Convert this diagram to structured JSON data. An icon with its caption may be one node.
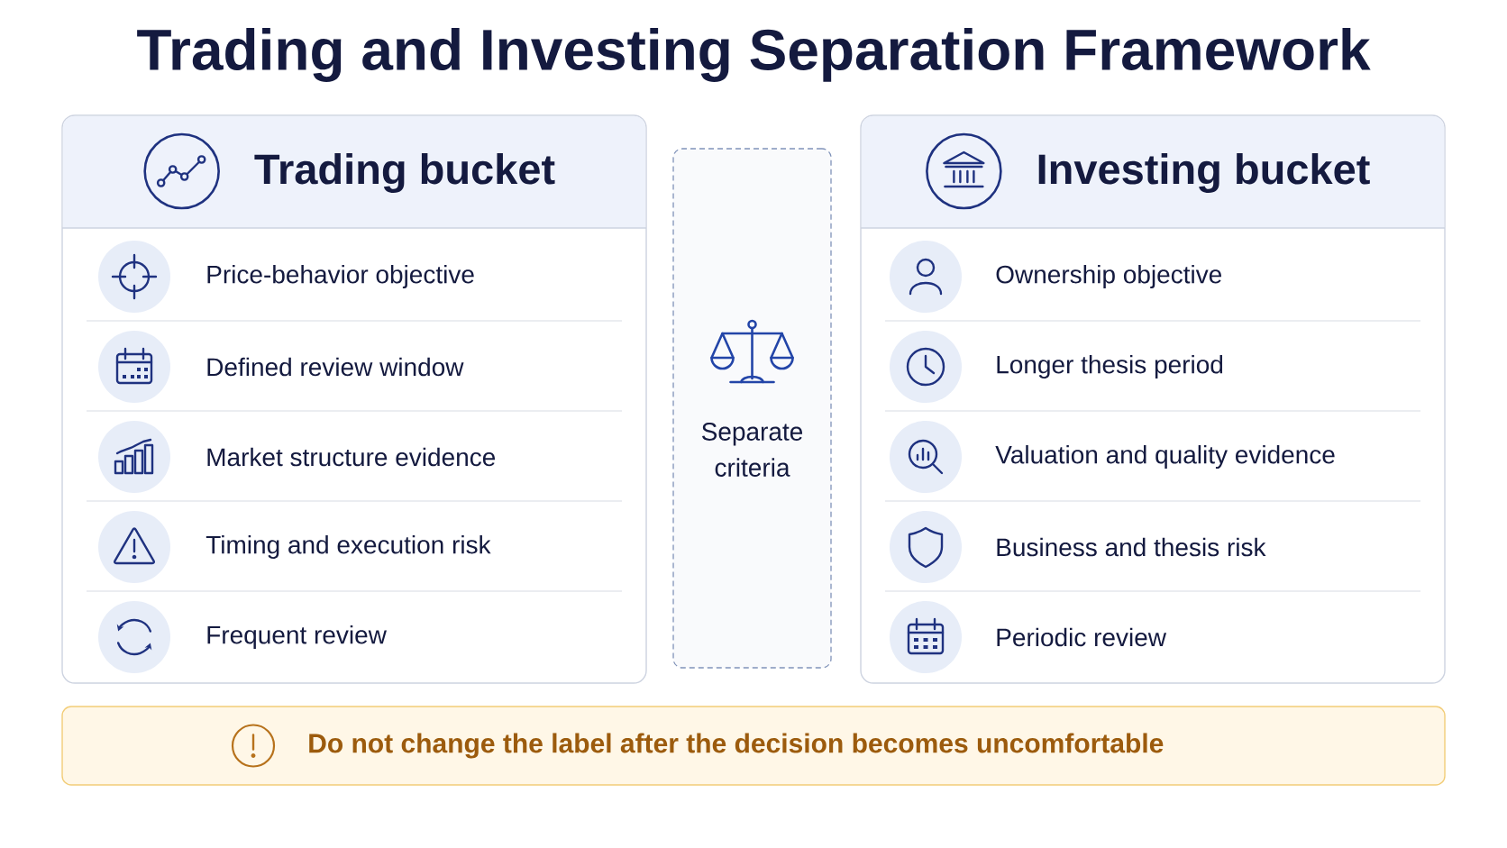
{
  "diagram": {
    "title": "Trading and Investing Separation Framework",
    "nodes": [
      {
        "text": [
          "Trading bucket"
        ]
      },
      {
        "text": [
          "Price-behavior objective"
        ],
        "in": 0
      },
      {
        "text": [
          "Defined review window"
        ],
        "in": 0
      },
      {
        "text": [
          "Market structure evidence"
        ],
        "in": 0
      },
      {
        "text": [
          "Timing and execution risk"
        ],
        "in": 0
      },
      {
        "text": [
          "Frequent review"
        ],
        "in": 0
      },
      {
        "text": [
          "Separate criteria"
        ]
      },
      {
        "text": [
          "Investing bucket"
        ]
      },
      {
        "text": [
          "Ownership objective"
        ],
        "in": 7
      },
      {
        "text": [
          "Longer thesis period"
        ],
        "in": 7
      },
      {
        "text": [
          "Valuation and quality evidence"
        ],
        "in": 7
      },
      {
        "text": [
          "Business and thesis risk"
        ],
        "in": 7
      },
      {
        "text": [
          "Periodic review"
        ],
        "in": 7
      },
      {
        "text": [
          "Do not change the label after the decision becomes uncomfortable"
        ]
      }
    ]
  }
}
